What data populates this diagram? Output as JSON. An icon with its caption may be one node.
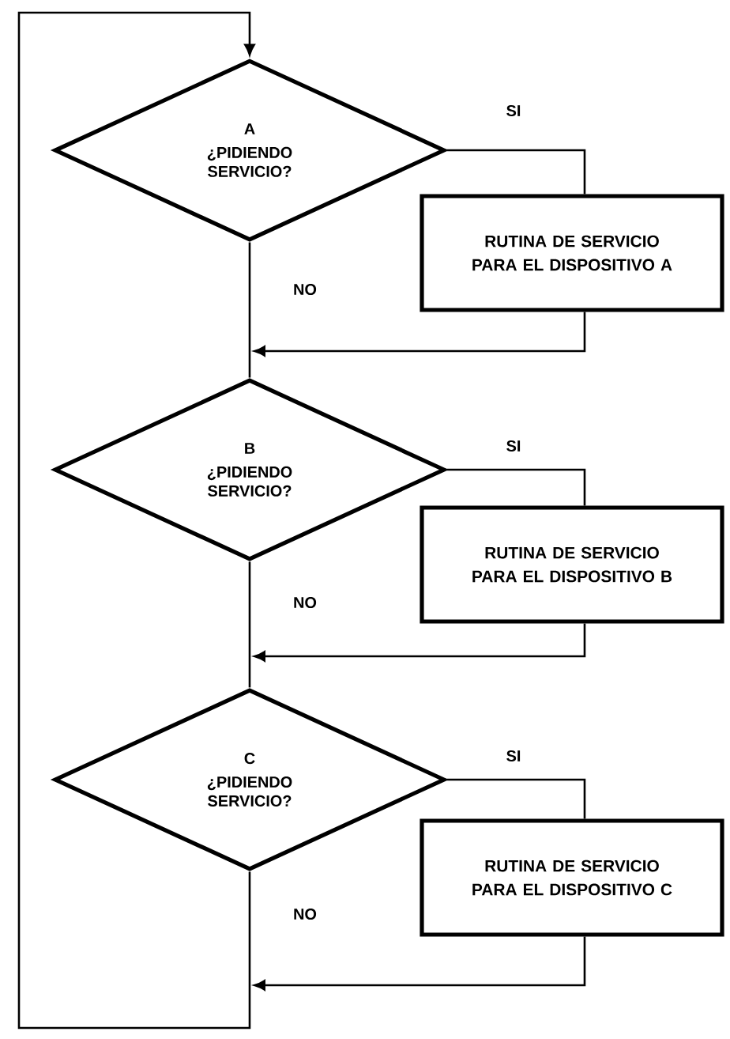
{
  "diagram": {
    "nodes": [
      {
        "text": [
          "A",
          "¿PIDIENDO SERVICIO?"
        ]
      },
      {
        "text": [
          "RUTINA DE SERVICIO PARA EL DISPOSITIVO A"
        ]
      },
      {
        "text": [
          "B",
          "¿PIDIENDO SERVICIO?"
        ]
      },
      {
        "text": [
          "RUTINA DE SERVICIO PARA EL DISPOSITIVO B"
        ]
      },
      {
        "text": [
          "C",
          "¿PIDIENDO SERVICIO?"
        ]
      },
      {
        "text": [
          "RUTINA DE SERVICIO PARA EL DISPOSITIVO C"
        ]
      }
    ],
    "edges": [
      {
        "from": 0,
        "to": 1,
        "arrow": "none",
        "label": "SI"
      },
      {
        "from": 1,
        "to": null,
        "arrow": "to"
      },
      {
        "from": 0,
        "to": 2,
        "arrow": "none",
        "label": "NO"
      },
      {
        "from": 2,
        "to": 3,
        "arrow": "none",
        "label": "SI"
      },
      {
        "from": 3,
        "to": null,
        "arrow": "to"
      },
      {
        "from": 2,
        "to": 4,
        "arrow": "none",
        "label": "NO"
      },
      {
        "from": 4,
        "to": 5,
        "arrow": "none",
        "label": "SI"
      },
      {
        "from": 5,
        "to": null,
        "arrow": "to"
      },
      {
        "from": 4,
        "to": 0,
        "arrow": "to",
        "label": "NO"
      }
    ]
  }
}
